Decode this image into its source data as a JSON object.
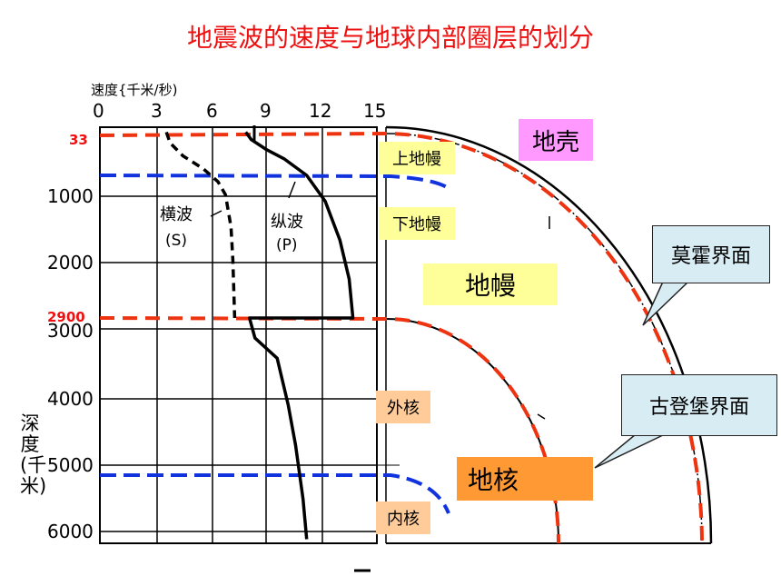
{
  "title": "地震波的速度与地球内部圈层的划分",
  "speed_axis_title": "速度{千米/秒)",
  "speed_ticks": [
    "0",
    "3",
    "6",
    "9",
    "12",
    "15"
  ],
  "depth_ticks": [
    "1000",
    "2000",
    "3000",
    "4000",
    "5000",
    "6000"
  ],
  "depth_axis_title": "深度(千米)",
  "boundary_labels": {
    "moho_depth": "33",
    "gutenberg_depth": "2900"
  },
  "wave_labels": {
    "s_wave": "横波",
    "s_symbol": "(S)",
    "p_wave": "纵波",
    "p_symbol": "(P)"
  },
  "layer_boxes": {
    "crust": "地壳",
    "upper_mantle": "上地幔",
    "lower_mantle": "下地幔",
    "mantle": "地幔",
    "outer_core": "外核",
    "inner_core": "内核",
    "core": "地核"
  },
  "callouts": {
    "moho": "莫霍界面",
    "gutenberg": "古登堡界面"
  },
  "colors": {
    "title": "#ee1111",
    "boundary_red": "#ee3311",
    "boundary_blue": "#1133dd",
    "yellow_box": "#ffff99",
    "crust_box": "#ff99ff",
    "core_box": "#ff9933",
    "outer_core_box": "#ffcc99",
    "callout_fill": "#d7ecf3"
  },
  "chart_data": {
    "type": "line",
    "xlabel": "速度{千米/秒)",
    "ylabel": "深度(千米)",
    "xlim": [
      0,
      15
    ],
    "ylim": [
      0,
      6000
    ],
    "series": [
      {
        "name": "横波(S)",
        "x": [
          3.6,
          3.8,
          4.5,
          5.6,
          6.4,
          6.8,
          7.1,
          7.2,
          7.3
        ],
        "y": [
          33,
          200,
          400,
          600,
          800,
          1000,
          1500,
          2000,
          2900
        ]
      },
      {
        "name": "纵波(P)",
        "x": [
          7.9,
          8.2,
          9.0,
          10.0,
          11.2,
          12.2,
          13.0,
          13.5,
          13.7,
          8.1,
          8.4,
          9.6,
          10.2,
          10.6,
          10.8,
          11.0,
          11.2
        ],
        "y": [
          33,
          150,
          300,
          450,
          700,
          1100,
          1700,
          2300,
          2900,
          2900,
          3200,
          3500,
          4200,
          4800,
          5200,
          5600,
          6200
        ]
      }
    ]
  }
}
